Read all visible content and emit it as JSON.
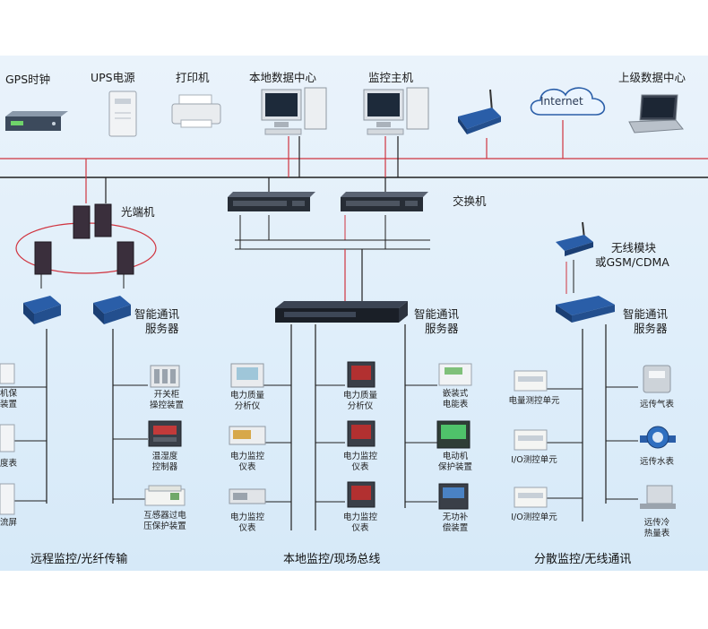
{
  "top_devices": {
    "gps": "GPS时钟",
    "ups": "UPS电源",
    "printer": "打印机",
    "local_center": "本地数据中心",
    "monitor_host": "监控主机",
    "internet": "Internet",
    "upper_center": "上级数据中心"
  },
  "network": {
    "switch": "交换机",
    "optical": "光端机",
    "wireless_module": "无线模块",
    "wireless_module_2": "或GSM/CDMA"
  },
  "servers": {
    "left_1": "智能通讯",
    "left_2": "服务器",
    "mid_1": "智能通讯",
    "mid_2": "服务器",
    "right_1": "智能通讯",
    "right_2": "服务器"
  },
  "left_edge": {
    "a1": "机保",
    "a2": "装置",
    "b": "度表",
    "c": "流屏"
  },
  "left_col": {
    "d1_a": "开关柜",
    "d1_b": "操控装置",
    "d2_a": "温湿度",
    "d2_b": "控制器",
    "d3_a": "互感器过电",
    "d3_b": "压保护装置"
  },
  "mid_col1": {
    "d1_a": "电力质量",
    "d1_b": "分析仪",
    "d2_a": "电力监控",
    "d2_b": "仪表",
    "d3_a": "电力监控",
    "d3_b": "仪表"
  },
  "mid_col2": {
    "d1_a": "电力质量",
    "d1_b": "分析仪",
    "d2_a": "电力监控",
    "d2_b": "仪表",
    "d3_a": "电力监控",
    "d3_b": "仪表"
  },
  "mid_col3": {
    "d1_a": "嵌装式",
    "d1_b": "电能表",
    "d2_a": "电动机",
    "d2_b": "保护装置",
    "d3_a": "无功补",
    "d3_b": "偿装置"
  },
  "right_col1": {
    "d1": "电量测控单元",
    "d2": "I/O测控单元",
    "d3": "I/O测控单元"
  },
  "right_col2": {
    "d1": "远传气表",
    "d2": "远传水表",
    "d3_a": "远传冷",
    "d3_b": "热量表"
  },
  "footer": {
    "left": "远程监控/光纤传输",
    "mid": "本地监控/现场总线",
    "right": "分散监控/无线通讯"
  },
  "colors": {
    "red_line": "#d0343f",
    "black_line": "#202020",
    "accent_blue": "#2a5ea8"
  }
}
